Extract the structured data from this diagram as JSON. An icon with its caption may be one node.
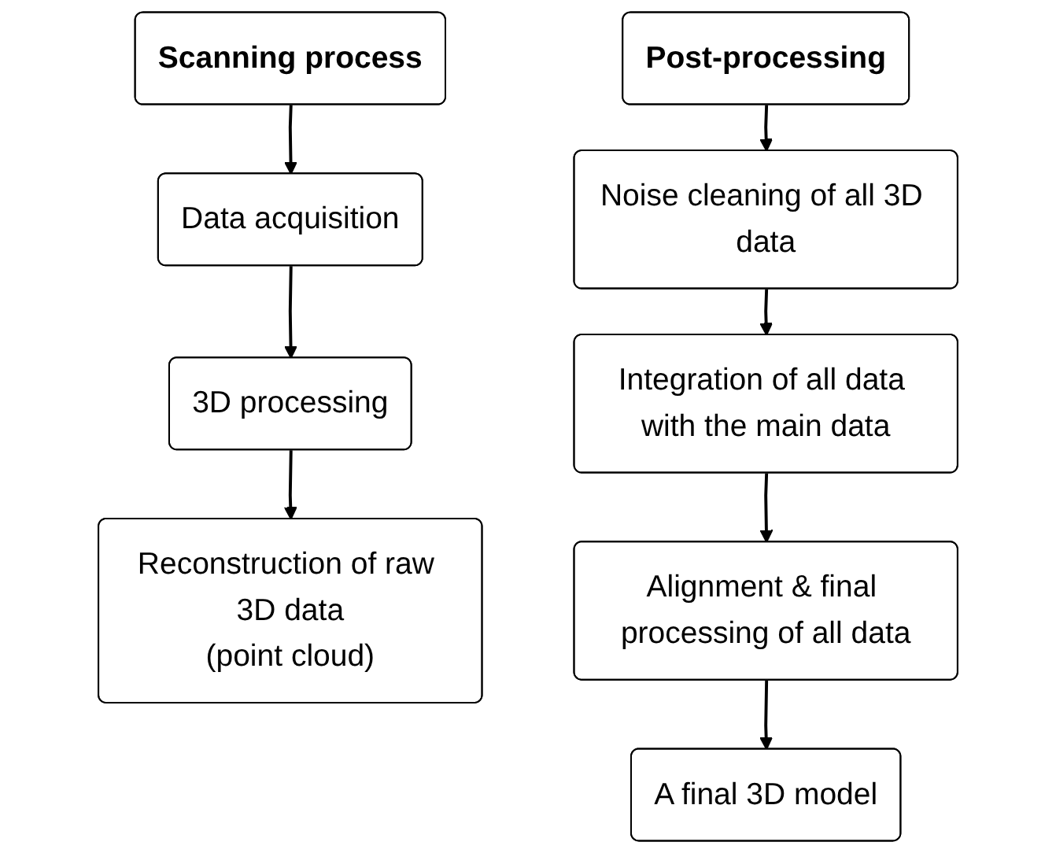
{
  "diagram": {
    "nodes": [
      {
        "text": [
          "Scanning process"
        ]
      },
      {
        "text": [
          "Data acquisition"
        ]
      },
      {
        "text": [
          "3D processing"
        ]
      },
      {
        "text": [
          "Reconstruction of raw 3D data",
          "(point cloud)"
        ]
      },
      {
        "text": [
          "Post-processing"
        ]
      },
      {
        "text": [
          "Noise cleaning of all 3D data"
        ]
      },
      {
        "text": [
          "Integration of all data with the main data"
        ]
      },
      {
        "text": [
          "Alignment & final processing of all data"
        ]
      },
      {
        "text": [
          "A final 3D model"
        ]
      }
    ],
    "edges": [
      {
        "from": 0,
        "to": 1,
        "arrow": "to"
      },
      {
        "from": 1,
        "to": 2,
        "arrow": "to"
      },
      {
        "from": 2,
        "to": 3,
        "arrow": "to"
      },
      {
        "from": 4,
        "to": 5,
        "arrow": "to"
      },
      {
        "from": 5,
        "to": 6,
        "arrow": "to"
      },
      {
        "from": 6,
        "to": 7,
        "arrow": "to"
      },
      {
        "from": 7,
        "to": 8,
        "arrow": "to"
      }
    ]
  }
}
